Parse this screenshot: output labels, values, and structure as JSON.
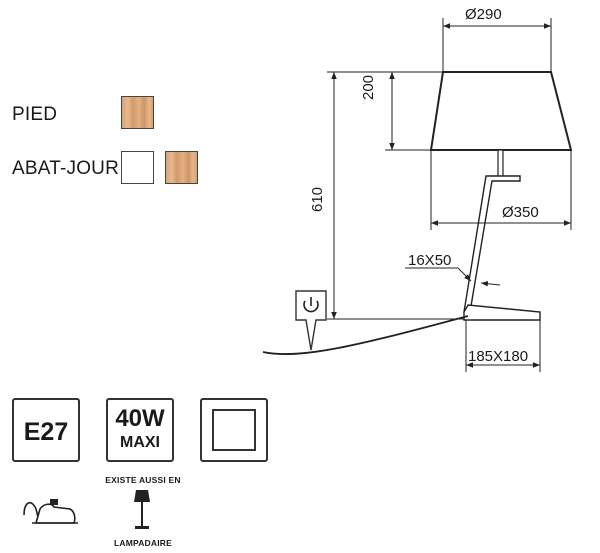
{
  "legend": {
    "pied_label": "PIED",
    "abat_jour_label": "ABAT-JOUR",
    "pied_finish": "wood",
    "abat_jour_finishes": [
      "white",
      "wood"
    ]
  },
  "dimensions": {
    "top_diameter": "Ø290",
    "bottom_diameter": "Ø350",
    "shade_height": "200",
    "total_height": "610",
    "stem_section": "16X50",
    "base_size": "185X180"
  },
  "specs": {
    "socket": "E27",
    "power": "40W",
    "power_note": "MAXI",
    "existe_label": "EXISTE AUSSI EN",
    "lampadaire_label": "LAMPADAIRE"
  },
  "icons": {
    "power_switch": "power-button-icon",
    "class_ii": "double-square-icon",
    "cable_switch": "cable-foot-switch-icon",
    "floor_lamp": "floor-lamp-icon"
  }
}
